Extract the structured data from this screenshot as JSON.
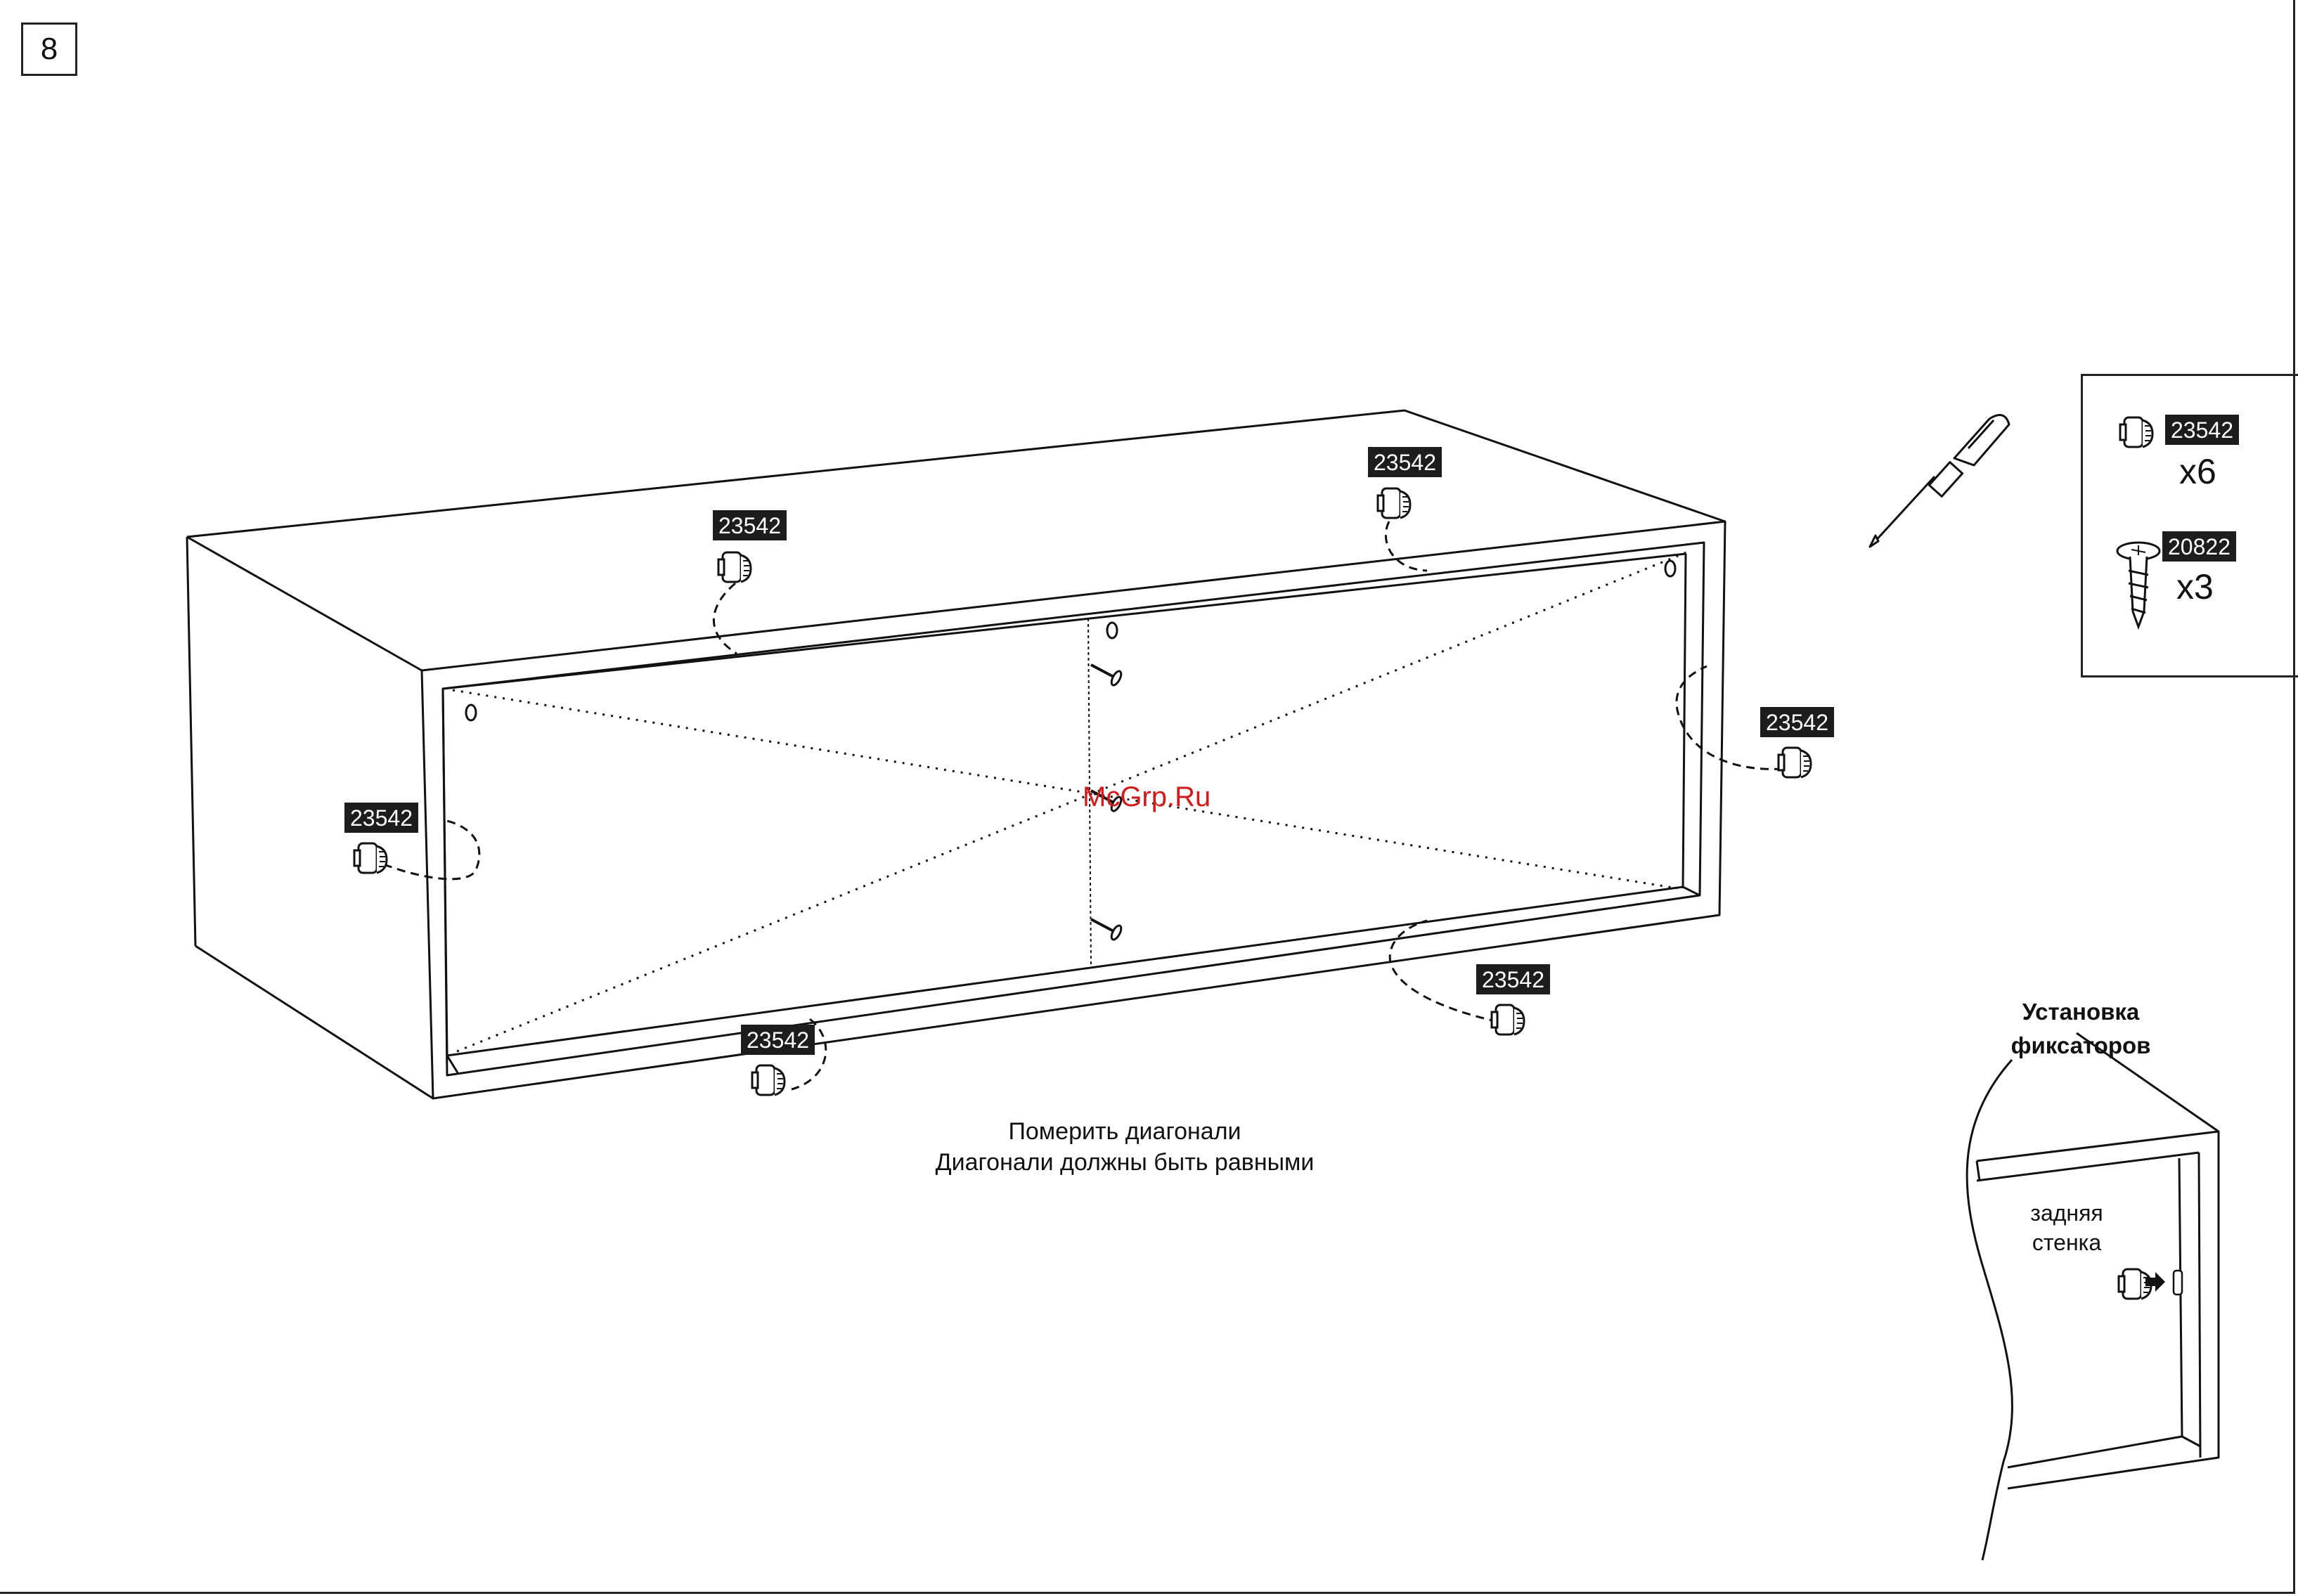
{
  "step": {
    "number": "8"
  },
  "part_callouts": {
    "top_left": "23542",
    "top_right": "23542",
    "left": "23542",
    "right": "23542",
    "bottom_left": "23542",
    "bottom_right": "23542"
  },
  "parts_list": [
    {
      "code": "23542",
      "quantity": "x6",
      "icon": "fixator-clip-icon"
    },
    {
      "code": "20822",
      "quantity": "x3",
      "icon": "screw-icon"
    }
  ],
  "tool": {
    "icon": "screwdriver-icon"
  },
  "caption": {
    "line1": "Померить диагонали",
    "line2": "Диагонали должны быть равными"
  },
  "detail": {
    "title_line1": "Установка",
    "title_line2": "фиксаторов",
    "label_line1": "задняя",
    "label_line2": "стенка"
  },
  "watermark": "McGrp.Ru",
  "colors": {
    "line": "#111111",
    "tag_bg": "#1d1d1d",
    "tag_text": "#ffffff",
    "watermark": "#d11a1a"
  }
}
